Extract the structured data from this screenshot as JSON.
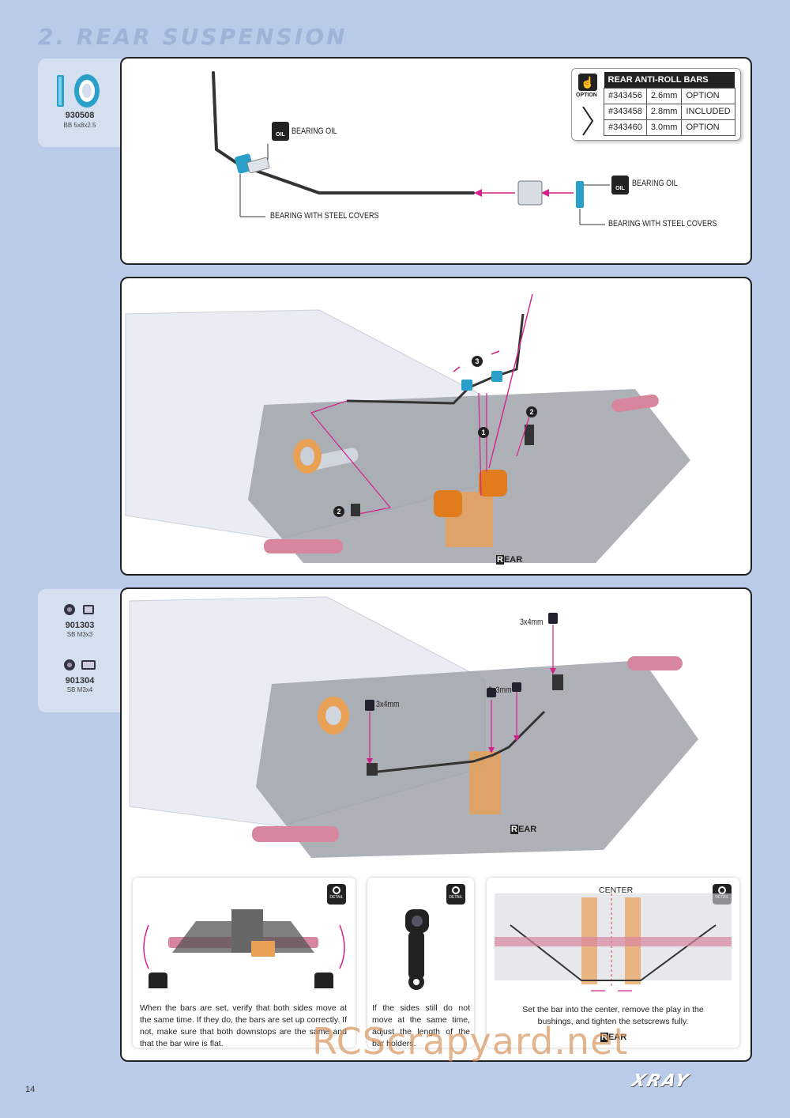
{
  "page": {
    "title": "2. REAR SUSPENSION",
    "number": "14",
    "brand": "XRAY",
    "watermark": "RCScrapyard.net"
  },
  "parts": {
    "box1": [
      {
        "code": "930508",
        "desc": "BB 5x8x2.5"
      }
    ],
    "box2": [
      {
        "code": "901303",
        "desc": "SB M3x3"
      },
      {
        "code": "901304",
        "desc": "SB M3x4"
      }
    ]
  },
  "step1": {
    "oil_label_left": "BEARING OIL",
    "oil_icon_text": "OIL",
    "bearing_label_left": "BEARING WITH STEEL COVERS",
    "oil_label_right": "BEARING OIL",
    "bearing_label_right": "BEARING WITH STEEL COVERS",
    "option_table": {
      "icon_label": "OPTION",
      "header": "REAR ANTI-ROLL BARS",
      "rows": [
        [
          "#343456",
          "2.6mm",
          "OPTION"
        ],
        [
          "#343458",
          "2.8mm",
          "INCLUDED"
        ],
        [
          "#343460",
          "3.0mm",
          "OPTION"
        ]
      ]
    }
  },
  "step2": {
    "badges": [
      "3",
      "2",
      "1",
      "2"
    ],
    "rear_label": "EAR",
    "rear_letter": "R"
  },
  "step3": {
    "screw_labels": [
      "3x4mm",
      "3x3mm",
      "3x4mm"
    ],
    "rear_label": "EAR",
    "rear_letter": "R"
  },
  "details": {
    "icon_text": "DETAIL",
    "detail1": "When the bars are set, verify that both sides move at the same time. If they do, the bars are set up correctly. If not, make sure that both downstops are the same and that the bar wire is flat.",
    "detail2": "If the sides still do not move at the same time, adjust the length of the bar holders.",
    "detail3_title": "CENTER",
    "detail3": "Set the bar into the center, remove the play in the bushings, and tighten the setscrews fully.",
    "rear_label": "EAR",
    "rear_letter": "R"
  },
  "colors": {
    "background": "#b9cbe8",
    "accent_magenta": "#d4208c",
    "accent_orange": "#e8a055",
    "bearing_teal": "#2a9fc9"
  }
}
